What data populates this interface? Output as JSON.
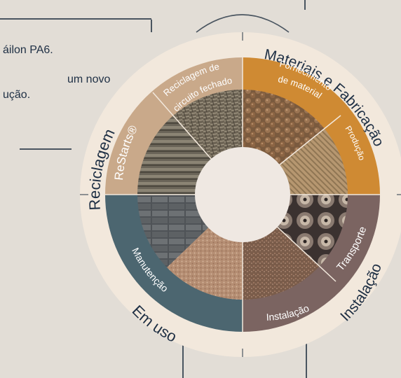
{
  "intro_text": {
    "line1": "áilon PA6.",
    "line2": "um novo",
    "line3": "ução."
  },
  "wheel": {
    "outer_stages": [
      {
        "label": "Reciclagem",
        "color": "#1e2f44"
      },
      {
        "label": "Materiais e Fabricação",
        "color": "#1e2f44"
      },
      {
        "label": "Instalação",
        "color": "#1e2f44"
      },
      {
        "label": "Em uso",
        "color": "#1e2f44"
      }
    ],
    "inner_segments": [
      {
        "label": "ReStarts®",
        "color": "#c9a98a"
      },
      {
        "label": "Reciclagem de circuito fechado",
        "line1": "Reciclagem de",
        "line2": "circuito fechado",
        "color": "#c9a98a"
      },
      {
        "label": "Fornecimento de material",
        "line1": "Fornecimento",
        "line2": "de material",
        "color": "#cf8a33"
      },
      {
        "label": "Produção",
        "color": "#cf8a33"
      },
      {
        "label": "Transporte",
        "color": "#7b6461"
      },
      {
        "label": "Instalação",
        "color": "#7b6461"
      },
      {
        "label": "Manutenção",
        "color": "#4c6670"
      }
    ],
    "ring_color": "#f2e8dc"
  }
}
